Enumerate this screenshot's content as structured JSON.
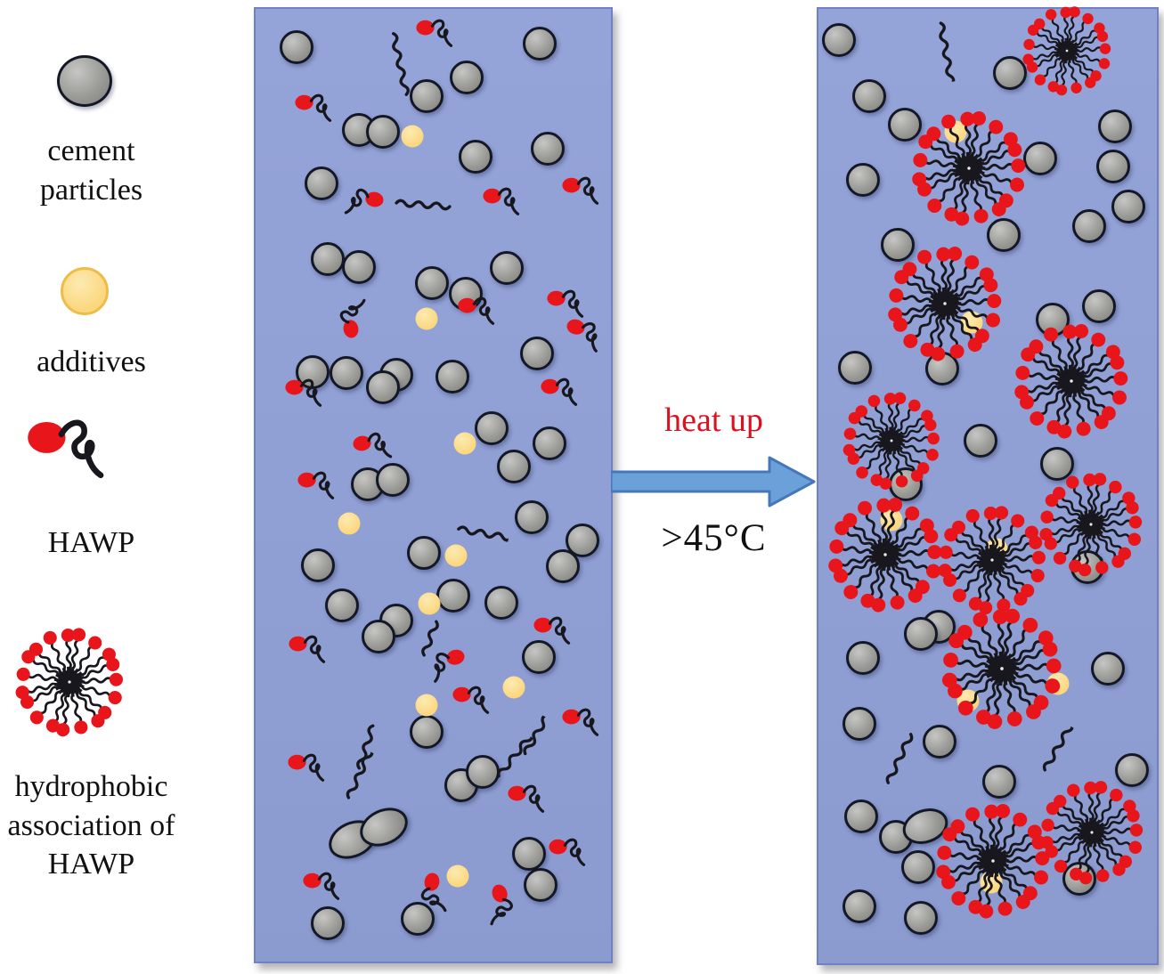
{
  "legend": {
    "items": [
      {
        "icon": "cement-particle-icon",
        "label": "cement particles"
      },
      {
        "icon": "additive-icon",
        "label": "additives"
      },
      {
        "icon": "hawp-icon",
        "label": "HAWP"
      },
      {
        "icon": "hawp-micelle-icon",
        "label": "hydrophobic association of HAWP"
      }
    ]
  },
  "transition": {
    "label": "heat up",
    "condition": ">45°C",
    "arrow": "right-block-arrow"
  },
  "colors": {
    "panel_blue": "#95a4d8",
    "panel_blue_dark": "#8b9bd0",
    "panel_border": "#6f81c2",
    "cement_gray": "#9b9b98",
    "cement_outline": "#141826",
    "additive_yellow": "#fbd77d",
    "additive_border": "#f0bc48",
    "hawp_red": "#e8151b",
    "chain_black": "#17171d",
    "arrow_fill": "#6ba1d9",
    "arrow_stroke": "#4676bc",
    "heat_text": "#dd1020",
    "label_text": "#101010"
  },
  "panels": {
    "left": {
      "name": "before-heating",
      "cement": [
        [
          11.5,
          4.0
        ],
        [
          80.0,
          3.6
        ],
        [
          59.3,
          7.2
        ],
        [
          48.0,
          9.2
        ],
        [
          29.0,
          12.7
        ],
        [
          35.8,
          12.9
        ],
        [
          61.8,
          15.5
        ],
        [
          82.2,
          14.7
        ],
        [
          18.5,
          18.3
        ],
        [
          20.3,
          26.3
        ],
        [
          29.0,
          27.1
        ],
        [
          70.8,
          27.2
        ],
        [
          49.6,
          28.8
        ],
        [
          59.2,
          29.9
        ],
        [
          79.2,
          36.2
        ],
        [
          16.0,
          38.1
        ],
        [
          25.6,
          38.2
        ],
        [
          39.7,
          38.4
        ],
        [
          35.8,
          39.7
        ],
        [
          55.3,
          38.6
        ],
        [
          66.3,
          44.0
        ],
        [
          82.7,
          45.6
        ],
        [
          72.8,
          48.0
        ],
        [
          31.5,
          49.9
        ],
        [
          38.5,
          49.4
        ],
        [
          77.8,
          53.4
        ],
        [
          92.0,
          55.8
        ],
        [
          86.4,
          58.5
        ],
        [
          17.6,
          58.4
        ],
        [
          47.4,
          57.1
        ],
        [
          24.3,
          62.6
        ],
        [
          55.7,
          61.6
        ],
        [
          69.2,
          62.3
        ],
        [
          39.5,
          64.2
        ],
        [
          34.5,
          65.9
        ],
        [
          79.8,
          68.0
        ],
        [
          48.1,
          75.9
        ],
        [
          57.8,
          81.5
        ],
        [
          64.0,
          80.1
        ],
        [
          27.3,
          87.2,
          56,
          40,
          -25
        ],
        [
          36.2,
          85.9,
          56,
          40,
          -25
        ],
        [
          76.9,
          88.7
        ],
        [
          80.2,
          92.0
        ],
        [
          20.2,
          96.0
        ],
        [
          45.5,
          95.5
        ]
      ],
      "additives": [
        [
          44.0,
          13.4
        ],
        [
          48.2,
          32.5
        ],
        [
          58.9,
          45.6
        ],
        [
          26.4,
          54.0
        ],
        [
          56.4,
          57.4
        ],
        [
          48.9,
          62.4
        ],
        [
          72.8,
          71.2
        ],
        [
          48.2,
          73.1
        ],
        [
          56.9,
          91.0
        ]
      ],
      "hawp": [
        [
          47.5,
          2.0,
          0,
          0
        ],
        [
          13.5,
          9.8,
          0,
          0
        ],
        [
          33.6,
          20.0,
          10,
          1
        ],
        [
          66.4,
          19.6,
          0,
          0
        ],
        [
          88.7,
          18.5,
          0,
          0
        ],
        [
          59.4,
          31.1,
          0,
          0
        ],
        [
          84.5,
          30.4,
          0,
          0
        ],
        [
          89.9,
          33.4,
          15,
          0
        ],
        [
          26.9,
          33.6,
          -100,
          0
        ],
        [
          10.8,
          39.7,
          0,
          0
        ],
        [
          82.7,
          39.6,
          0,
          0
        ],
        [
          29.9,
          45.6,
          -10,
          0
        ],
        [
          14.2,
          49.4,
          0,
          0
        ],
        [
          11.8,
          66.6,
          0,
          0
        ],
        [
          80.7,
          64.7,
          0,
          0
        ],
        [
          56.4,
          68.0,
          -15,
          1
        ],
        [
          57.9,
          72.0,
          0,
          0
        ],
        [
          88.7,
          74.3,
          0,
          0
        ],
        [
          11.5,
          79.1,
          0,
          0
        ],
        [
          73.5,
          82.3,
          0,
          0
        ],
        [
          85.0,
          87.9,
          0,
          0
        ],
        [
          15.7,
          91.5,
          0,
          0
        ],
        [
          49.5,
          91.6,
          -80,
          1
        ],
        [
          68.6,
          92.8,
          70,
          0
        ]
      ],
      "squiggles": [
        [
          40.5,
          5.8,
          78,
          70
        ],
        [
          47.0,
          20.6,
          4,
          60
        ],
        [
          63.9,
          55.0,
          10,
          55
        ],
        [
          49.2,
          66.1,
          -70,
          40
        ],
        [
          31.1,
          77.5,
          -72,
          50
        ],
        [
          78.8,
          76.4,
          -60,
          45
        ],
        [
          29.1,
          80.5,
          -65,
          55
        ],
        [
          72.8,
          78.5,
          -52,
          55
        ]
      ],
      "micelles": []
    },
    "right": {
      "name": "after-heating",
      "cement": [
        [
          6.0,
          3.3
        ],
        [
          15.1,
          9.1
        ],
        [
          25.6,
          12.1
        ],
        [
          56.7,
          6.7
        ],
        [
          87.7,
          12.3
        ],
        [
          87.2,
          16.5
        ],
        [
          13.1,
          17.9
        ],
        [
          65.5,
          15.7
        ],
        [
          91.6,
          20.7
        ],
        [
          54.8,
          23.7
        ],
        [
          23.5,
          24.7
        ],
        [
          79.9,
          22.8
        ],
        [
          10.7,
          37.6
        ],
        [
          36.6,
          37.7
        ],
        [
          83.0,
          31.2
        ],
        [
          69.2,
          32.6
        ],
        [
          47.8,
          45.2
        ],
        [
          70.5,
          47.7
        ],
        [
          25.8,
          49.8
        ],
        [
          35.5,
          64.7
        ],
        [
          30.3,
          65.5
        ],
        [
          13.1,
          68.0
        ],
        [
          85.6,
          69.1
        ],
        [
          12.0,
          74.9
        ],
        [
          35.8,
          76.8
        ],
        [
          53.5,
          81.0
        ],
        [
          92.7,
          79.8
        ],
        [
          12.5,
          84.6
        ],
        [
          23.0,
          86.8
        ],
        [
          31.6,
          85.6,
          52,
          38,
          -20
        ],
        [
          29.5,
          89.9
        ],
        [
          12.0,
          94.0
        ],
        [
          30.3,
          95.2
        ],
        [
          77.0,
          91.1
        ],
        [
          79.5,
          58.5
        ]
      ],
      "additives": [
        [
          40.5,
          12.9
        ],
        [
          45.2,
          32.8
        ],
        [
          21.7,
          53.5
        ],
        [
          52.5,
          56.6
        ],
        [
          44.3,
          72.5
        ],
        [
          70.8,
          70.7
        ],
        [
          51.0,
          91.5
        ]
      ],
      "hawp": [],
      "squiggles": [
        [
          37.5,
          4.5,
          80,
          65
        ],
        [
          24.0,
          78.5,
          -65,
          60
        ],
        [
          70.5,
          77.5,
          -60,
          55
        ]
      ],
      "micelles": [
        [
          73.4,
          4.4,
          0.78
        ],
        [
          44.4,
          16.7,
          1.0
        ],
        [
          37.3,
          30.9,
          1.0
        ],
        [
          74.7,
          39.0,
          1.0
        ],
        [
          21.7,
          45.2,
          0.85
        ],
        [
          19.8,
          57.2,
          1.0
        ],
        [
          51.2,
          57.7,
          0.95
        ],
        [
          80.4,
          54.0,
          0.9
        ],
        [
          54.3,
          69.1,
          1.05
        ],
        [
          51.7,
          89.3,
          1.0
        ],
        [
          80.9,
          86.3,
          0.9
        ]
      ]
    }
  }
}
